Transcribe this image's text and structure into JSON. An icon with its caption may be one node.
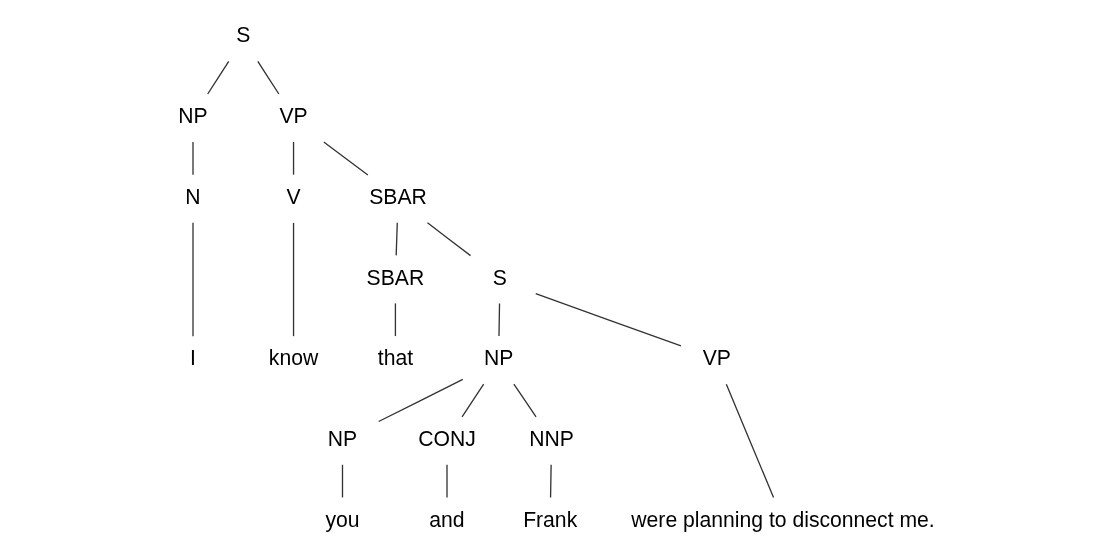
{
  "diagram": {
    "nodes": [
      {
        "text": [
          "S"
        ]
      },
      {
        "text": [
          "NP"
        ]
      },
      {
        "text": [
          "VP"
        ]
      },
      {
        "text": [
          "N"
        ]
      },
      {
        "text": [
          "V"
        ]
      },
      {
        "text": [
          "SBAR"
        ]
      },
      {
        "text": [
          "I"
        ]
      },
      {
        "text": [
          "know"
        ]
      },
      {
        "text": [
          "SBAR"
        ]
      },
      {
        "text": [
          "S"
        ]
      },
      {
        "text": [
          "that"
        ]
      },
      {
        "text": [
          "NP"
        ]
      },
      {
        "text": [
          "VP"
        ]
      },
      {
        "text": [
          "NP"
        ]
      },
      {
        "text": [
          "CONJ"
        ]
      },
      {
        "text": [
          "NNP"
        ]
      },
      {
        "text": [
          "you"
        ]
      },
      {
        "text": [
          "and"
        ]
      },
      {
        "text": [
          "Frank"
        ]
      },
      {
        "text": [
          "were planning to disconnect me."
        ]
      }
    ],
    "edges": [
      {
        "from": 0,
        "to": 1,
        "arrow": "none"
      },
      {
        "from": 0,
        "to": 2,
        "arrow": "none"
      },
      {
        "from": 1,
        "to": 3,
        "arrow": "none"
      },
      {
        "from": 2,
        "to": 4,
        "arrow": "none"
      },
      {
        "from": 2,
        "to": 5,
        "arrow": "none"
      },
      {
        "from": 3,
        "to": 6,
        "arrow": "none"
      },
      {
        "from": 4,
        "to": 7,
        "arrow": "none"
      },
      {
        "from": 5,
        "to": 8,
        "arrow": "none"
      },
      {
        "from": 5,
        "to": 9,
        "arrow": "none"
      },
      {
        "from": 8,
        "to": 10,
        "arrow": "none"
      },
      {
        "from": 9,
        "to": 11,
        "arrow": "none"
      },
      {
        "from": 9,
        "to": 12,
        "arrow": "none"
      },
      {
        "from": 11,
        "to": 13,
        "arrow": "none"
      },
      {
        "from": 11,
        "to": 14,
        "arrow": "none"
      },
      {
        "from": 11,
        "to": 15,
        "arrow": "none"
      },
      {
        "from": 13,
        "to": 16,
        "arrow": "none"
      },
      {
        "from": 14,
        "to": 17,
        "arrow": "none"
      },
      {
        "from": 15,
        "to": 18,
        "arrow": "none"
      },
      {
        "from": 12,
        "to": 19,
        "arrow": "none"
      }
    ]
  }
}
